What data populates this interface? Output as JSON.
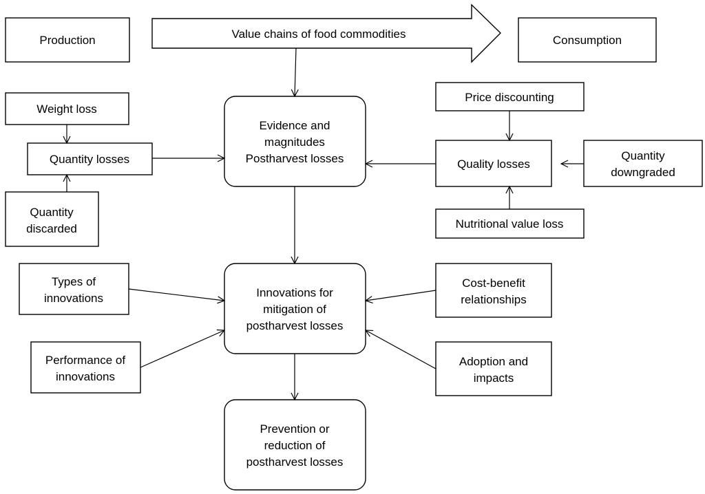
{
  "nodes": {
    "production": "Production",
    "value_chains": "Value chains of food commodities",
    "consumption": "Consumption",
    "weight_loss": "Weight loss",
    "quantity_losses": "Quantity losses",
    "quantity_discarded": [
      "Quantity",
      "discarded"
    ],
    "evidence": [
      "Evidence and",
      "magnitudes",
      "Postharvest losses"
    ],
    "price_discounting": "Price discounting",
    "quality_losses": "Quality losses",
    "quantity_downgraded": [
      "Quantity",
      "downgraded"
    ],
    "nutritional_value_loss": "Nutritional value loss",
    "types_of_innovations": [
      "Types of",
      "innovations"
    ],
    "innovations_mitigation": [
      "Innovations for",
      "mitigation of",
      "postharvest losses"
    ],
    "cost_benefit": [
      "Cost-benefit",
      "relationships"
    ],
    "performance_innovations": [
      "Performance of",
      "innovations"
    ],
    "adoption_impacts": [
      "Adoption and",
      "impacts"
    ],
    "prevention": [
      "Prevention or",
      "reduction of",
      "postharvest losses"
    ]
  }
}
